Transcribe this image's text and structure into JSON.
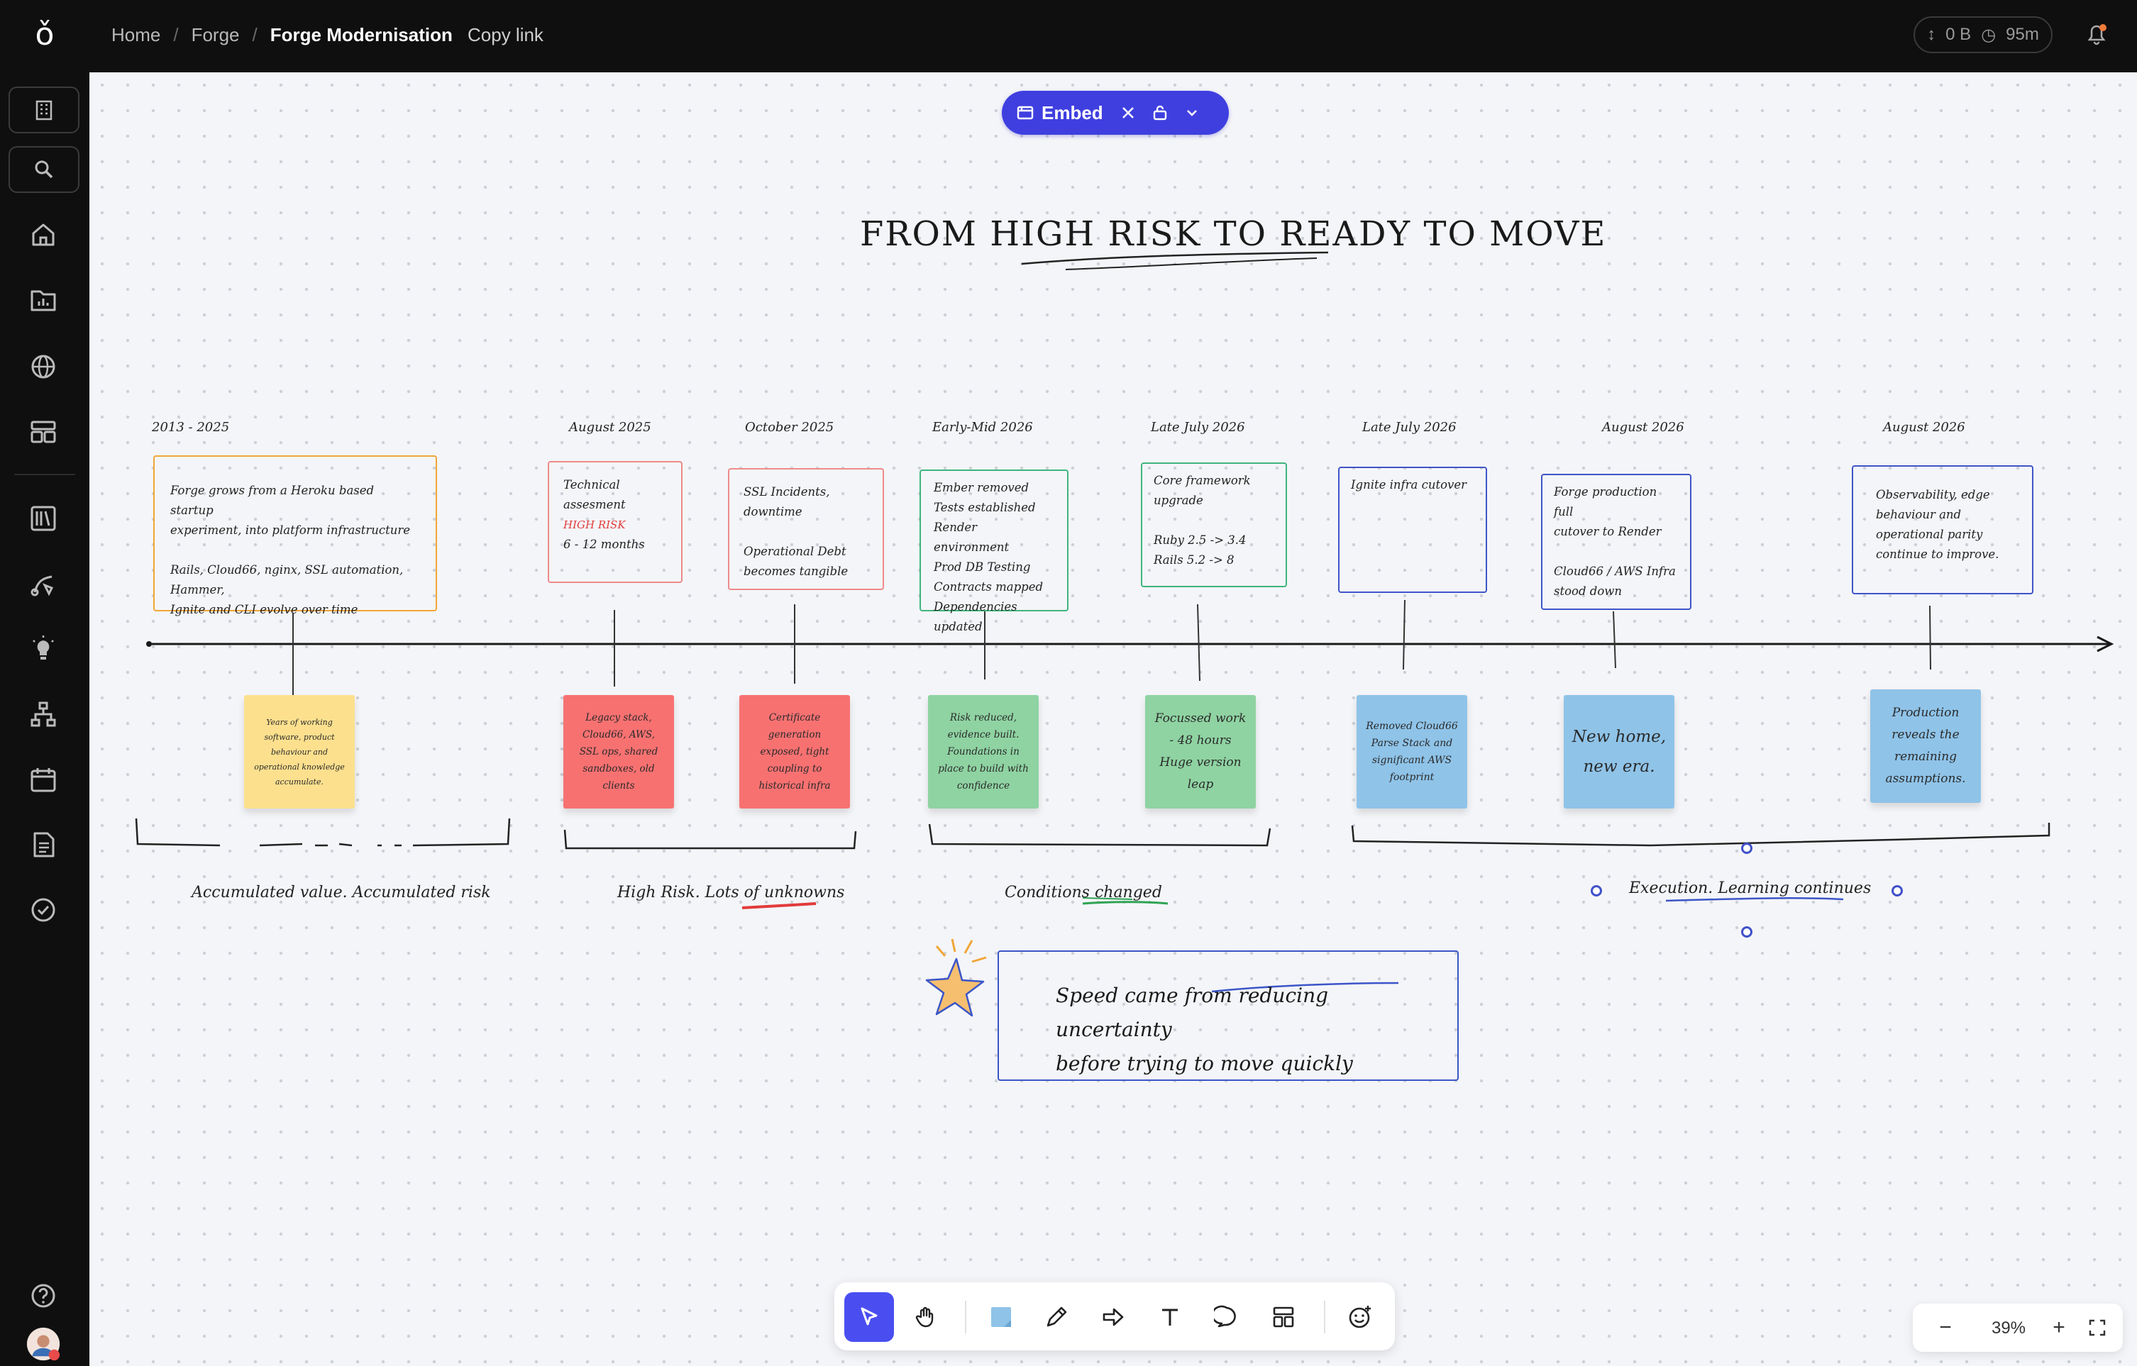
{
  "app": {
    "logo_glyph": "ǒ"
  },
  "breadcrumb": {
    "items": [
      "Home",
      "Forge"
    ],
    "current": "Forge Modernisation",
    "separator": "/"
  },
  "header": {
    "copy_link": "Copy link",
    "storage": "0 B",
    "timer": "95m"
  },
  "embed": {
    "label": "Embed"
  },
  "board": {
    "title": "FROM HIGH RISK TO READY TO MOVE",
    "milestones": [
      {
        "date": "2013 - 2025",
        "text": "Forge grows from a Heroku based startup\nexperiment, into platform infrastructure\n\nRails, Cloud66, nginx, SSL automation, Hammer,\nIgnite and CLI evolve over time",
        "color": "#f0a637"
      },
      {
        "date": "August 2025",
        "text_before": "Technical assesment\n",
        "highlight": "HIGH RISK",
        "text_after": "\n6 - 12 months",
        "color": "#ef8a8a"
      },
      {
        "date": "October 2025",
        "text": "SSL Incidents,\ndowntime\n\nOperational Debt\nbecomes tangible",
        "color": "#ef8a8a"
      },
      {
        "date": "Early-Mid 2026",
        "text": "Ember removed\nTests established\nRender environment\nProd DB Testing\nContracts mapped\nDependencies updated",
        "color": "#3fb57d"
      },
      {
        "date": "Late July 2026",
        "text": "Core framework upgrade\n\nRuby 2.5 -> 3.4\nRails 5.2 -> 8",
        "color": "#3fb57d"
      },
      {
        "date": "Late July 2026",
        "text": "Ignite infra cutover",
        "color": "#3f55c8"
      },
      {
        "date": "August 2026",
        "text": "Forge production full\ncutover to Render\n\nCloud66 / AWS Infra\nstood down",
        "color": "#3f55c8"
      },
      {
        "date": "August 2026",
        "text": "Observability, edge\nbehaviour and\noperational parity\ncontinue to improve.",
        "color": "#3f55c8"
      }
    ],
    "stickies": [
      {
        "text": "Years of working\nsoftware, product\nbehaviour and\noperational knowledge\naccumulate.",
        "color": "#fde08e"
      },
      {
        "text": "Legacy stack,\nCloud66, AWS,\nSSL ops, shared\nsandboxes, old\nclients",
        "color": "#f87171"
      },
      {
        "text": "Certificate\ngeneration\nexposed, tight\ncoupling to\nhistorical infra",
        "color": "#f87171"
      },
      {
        "text": "Risk reduced,\nevidence built.\nFoundations in\nplace to build with\nconfidence",
        "color": "#8fd3a2"
      },
      {
        "text": "Focussed work\n- 48 hours\nHuge version\nleap",
        "color": "#8fd3a2"
      },
      {
        "text": "Removed Cloud66\nParse Stack and\nsignificant AWS\nfootprint",
        "color": "#8fc3e8"
      },
      {
        "text": "New home,\nnew era.",
        "color": "#8fc3e8"
      },
      {
        "text": "Production\nreveals the\nremaining\nassumptions.",
        "color": "#8fc3e8"
      }
    ],
    "phases": [
      {
        "text": "Accumulated value. Accumulated risk"
      },
      {
        "text_before": "High Risk. Lots of ",
        "emph": "unknowns"
      },
      {
        "text_before": "Conditions ",
        "emph": "changed"
      },
      {
        "text_before": "Execution. ",
        "emph": "Learning continues"
      }
    ],
    "callout": {
      "text_before": "Speed came from ",
      "emph": "reducing uncertainty",
      "text_after": "\nbefore trying to move quickly"
    }
  },
  "toolbar": {
    "tools": [
      "select-tool",
      "hand-tool",
      "sticky-note-tool",
      "pen-tool",
      "arrow-tool",
      "text-tool",
      "comment-tool",
      "template-tool",
      "reaction-tool"
    ],
    "active": "select-tool"
  },
  "zoom": {
    "level": "39%",
    "minus": "−",
    "plus": "+"
  },
  "colors": {
    "accent": "#3f3fe0",
    "topbar": "#0f0f10",
    "canvas": "#f4f5f8"
  }
}
